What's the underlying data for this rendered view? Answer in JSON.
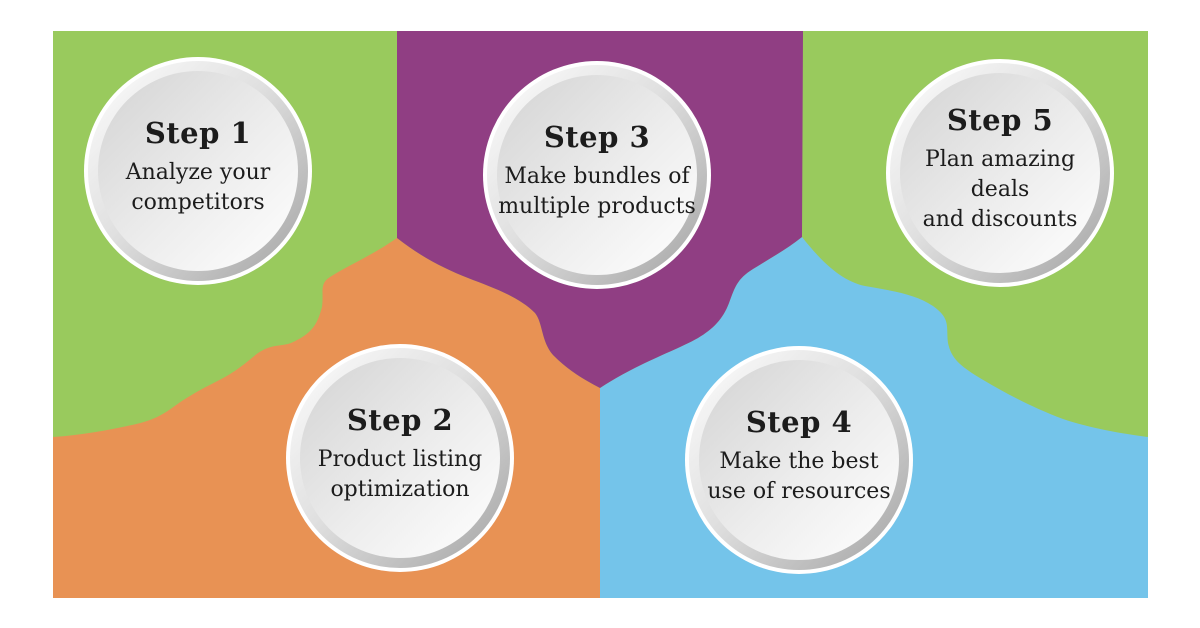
{
  "colors": {
    "green": "#99ca5d",
    "orange": "#e89254",
    "purple": "#903e83",
    "blue": "#74c4ea"
  },
  "steps": [
    {
      "title": "Step 1",
      "line1": "Analyze your",
      "line2": "competitors",
      "region": "green"
    },
    {
      "title": "Step 2",
      "line1": "Product listing",
      "line2": "optimization",
      "region": "orange"
    },
    {
      "title": "Step 3",
      "line1": "Make bundles of",
      "line2": "multiple products",
      "region": "purple"
    },
    {
      "title": "Step 4",
      "line1": "Make the best",
      "line2": "use of resources",
      "region": "blue"
    },
    {
      "title": "Step 5",
      "line1": "Plan amazing deals",
      "line2": "and discounts",
      "region": "green"
    }
  ]
}
